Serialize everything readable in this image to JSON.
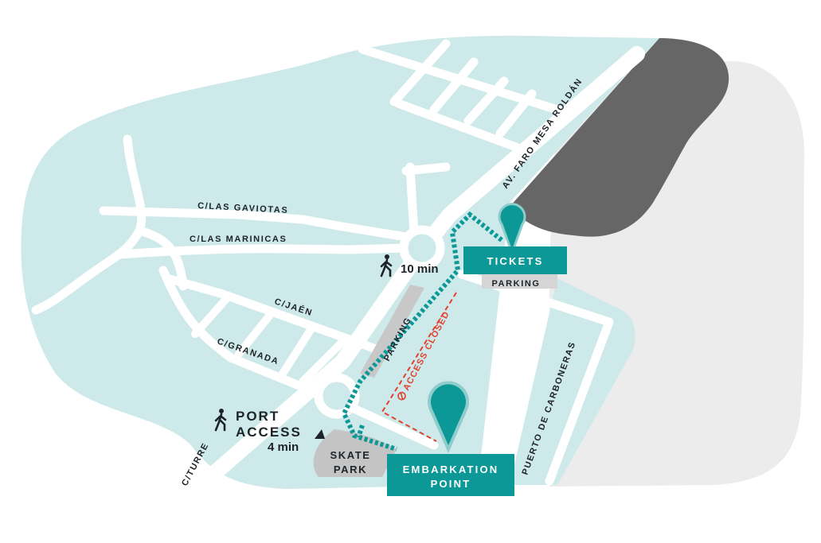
{
  "map": {
    "colors": {
      "land": "#cde9ea",
      "road": "#ffffff",
      "sea": "#6a6a6a",
      "port_area": "#ececec",
      "accent": "#0c9896",
      "closed": "#e2412d",
      "text": "#1d2327"
    },
    "streets": {
      "av_faro": "AV. FARO MESA ROLDÁN",
      "gaviotas": "C/LAS GAVIOTAS",
      "marinicas": "C/LAS MARINICAS",
      "jaen": "C/JAÉN",
      "granada": "C/GRANADA",
      "turre": "C/TURRE",
      "puerto": "PUERTO DE CARBONERAS"
    },
    "parking_top": "PARKING",
    "parking_side": "PARKING",
    "walk_top": "10 min",
    "port_access": {
      "line1": "PORT",
      "line2": "ACCESS",
      "time": "4 min"
    },
    "tickets": "TICKETS",
    "access_closed": "ACCESS CLOSED",
    "skate_park": {
      "line1": "SKATE",
      "line2": "PARK"
    },
    "embarkation": {
      "line1": "EMBARKATION",
      "line2": "POINT"
    },
    "icons": [
      "walking-person-icon",
      "map-pin-icon",
      "no-entry-icon",
      "direction-triangle-icon"
    ]
  }
}
